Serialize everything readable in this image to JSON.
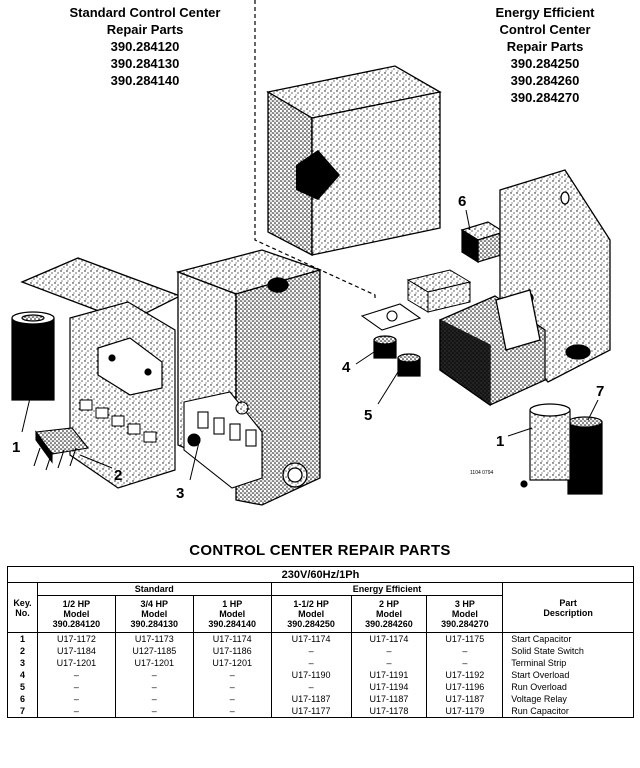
{
  "header_left": {
    "line1": "Standard Control Center",
    "line2": "Repair Parts",
    "models": [
      "390.284120",
      "390.284130",
      "390.284140"
    ]
  },
  "header_right": {
    "line1": "Energy Efficient",
    "line2": "Control Center",
    "line3": "Repair Parts",
    "models": [
      "390.284250",
      "390.284260",
      "390.284270"
    ]
  },
  "callouts": {
    "c1_left": "1",
    "c2": "2",
    "c3": "3",
    "c4": "4",
    "c5": "5",
    "c6": "6",
    "c1_right": "1",
    "c7": "7",
    "drawing_code": "1104 0794"
  },
  "table": {
    "title": "CONTROL CENTER REPAIR PARTS",
    "voltage": "230V/60Hz/1Ph",
    "group_standard": "Standard",
    "group_energy": "Energy Efficient",
    "key_header": [
      "Key.",
      "No."
    ],
    "desc_header": [
      "Part",
      "Description"
    ],
    "columns": [
      {
        "hp": "1/2 HP",
        "label": "Model",
        "model": "390.284120"
      },
      {
        "hp": "3/4 HP",
        "label": "Model",
        "model": "390.284130"
      },
      {
        "hp": "1 HP",
        "label": "Model",
        "model": "390.284140"
      },
      {
        "hp": "1-1/2 HP",
        "label": "Model",
        "model": "390.284250"
      },
      {
        "hp": "2 HP",
        "label": "Model",
        "model": "390.284260"
      },
      {
        "hp": "3 HP",
        "label": "Model",
        "model": "390.284270"
      }
    ],
    "rows": [
      {
        "key": "1",
        "parts": [
          "U17-1172",
          "U17-1173",
          "U17-1174",
          "U17-1174",
          "U17-1174",
          "U17-1175"
        ],
        "desc": "Start Capacitor"
      },
      {
        "key": "2",
        "parts": [
          "U17-1184",
          "U127-1185",
          "U17-1186",
          "–",
          "–",
          "–"
        ],
        "desc": "Solid State Switch"
      },
      {
        "key": "3",
        "parts": [
          "U17-1201",
          "U17-1201",
          "U17-1201",
          "–",
          "–",
          "–"
        ],
        "desc": "Terminal Strip"
      },
      {
        "key": "4",
        "parts": [
          "–",
          "–",
          "–",
          "U17-1190",
          "U17-1191",
          "U17-1192"
        ],
        "desc": "Start Overload"
      },
      {
        "key": "5",
        "parts": [
          "–",
          "–",
          "–",
          "–",
          "U17-1194",
          "U17-1196"
        ],
        "desc": "Run Overload"
      },
      {
        "key": "6",
        "parts": [
          "–",
          "–",
          "–",
          "U17-1187",
          "U17-1187",
          "U17-1187"
        ],
        "desc": "Voltage Relay"
      },
      {
        "key": "7",
        "parts": [
          "–",
          "–",
          "–",
          "U17-1177",
          "U17-1178",
          "U17-1179"
        ],
        "desc": "Run Capacitor"
      }
    ]
  }
}
